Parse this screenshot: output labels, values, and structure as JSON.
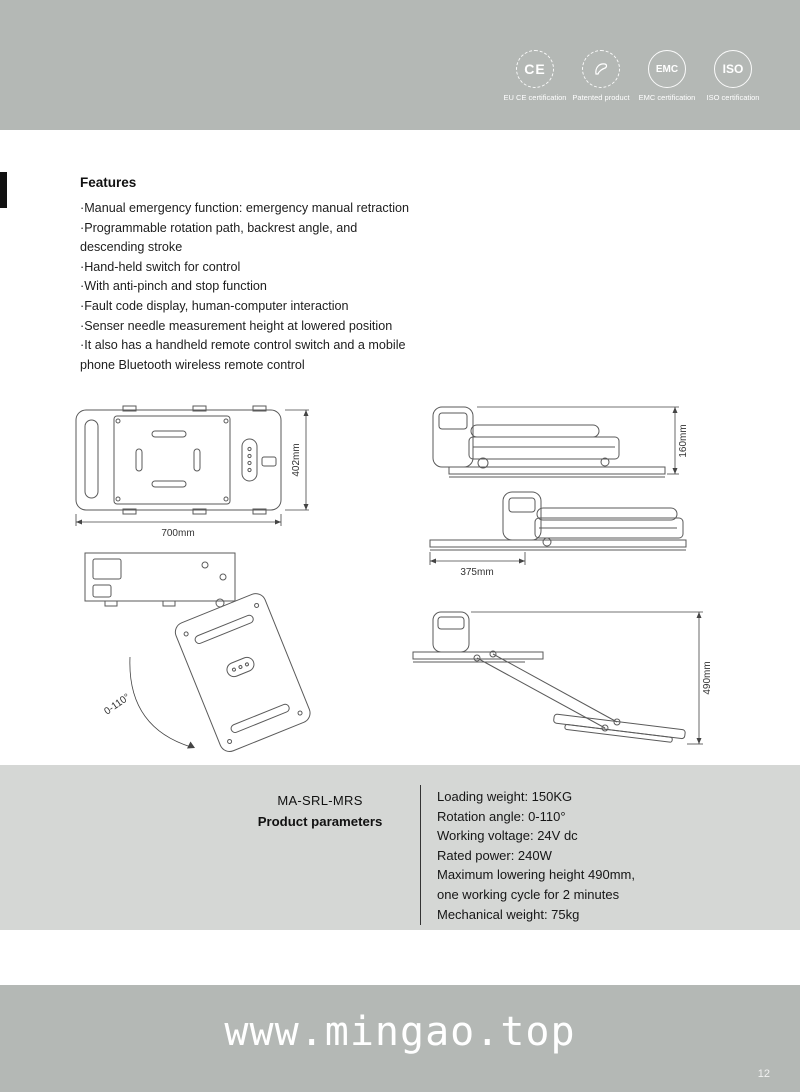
{
  "header": {
    "badges": [
      {
        "text": "CE",
        "label": "EU CE certification"
      },
      {
        "label": "Patented product"
      },
      {
        "text": "EMC",
        "label": "EMC certification"
      },
      {
        "text": "ISO",
        "label": "ISO certification"
      }
    ]
  },
  "features": {
    "title": "Features",
    "items": [
      "·Manual emergency function: emergency manual retraction",
      "·Programmable rotation path, backrest angle, and\ndescending stroke",
      "·Hand-held switch for control",
      "·With anti-pinch and stop function",
      "·Fault code display, human-computer interaction",
      "·Senser needle measurement height at lowered position",
      "·It also has a handheld remote control switch and a mobile\nphone Bluetooth wireless remote control"
    ]
  },
  "drawings": {
    "top_view_width": "700mm",
    "top_view_depth": "402mm",
    "folded_height": "160mm",
    "folded_length": "375mm",
    "rotation_range": "0-110°",
    "lowered_height": "490mm"
  },
  "parameters": {
    "model": "MA-SRL-MRS",
    "title": "Product parameters",
    "items": [
      "Loading weight: 150KG",
      "Rotation angle: 0-110°",
      "Working voltage: 24V dc",
      "Rated power: 240W",
      "Maximum lowering height 490mm,",
      "one working cycle for 2 minutes",
      "Mechanical weight: 75kg"
    ]
  },
  "footer": {
    "website": "www.mingao.top",
    "page_number": "12"
  }
}
